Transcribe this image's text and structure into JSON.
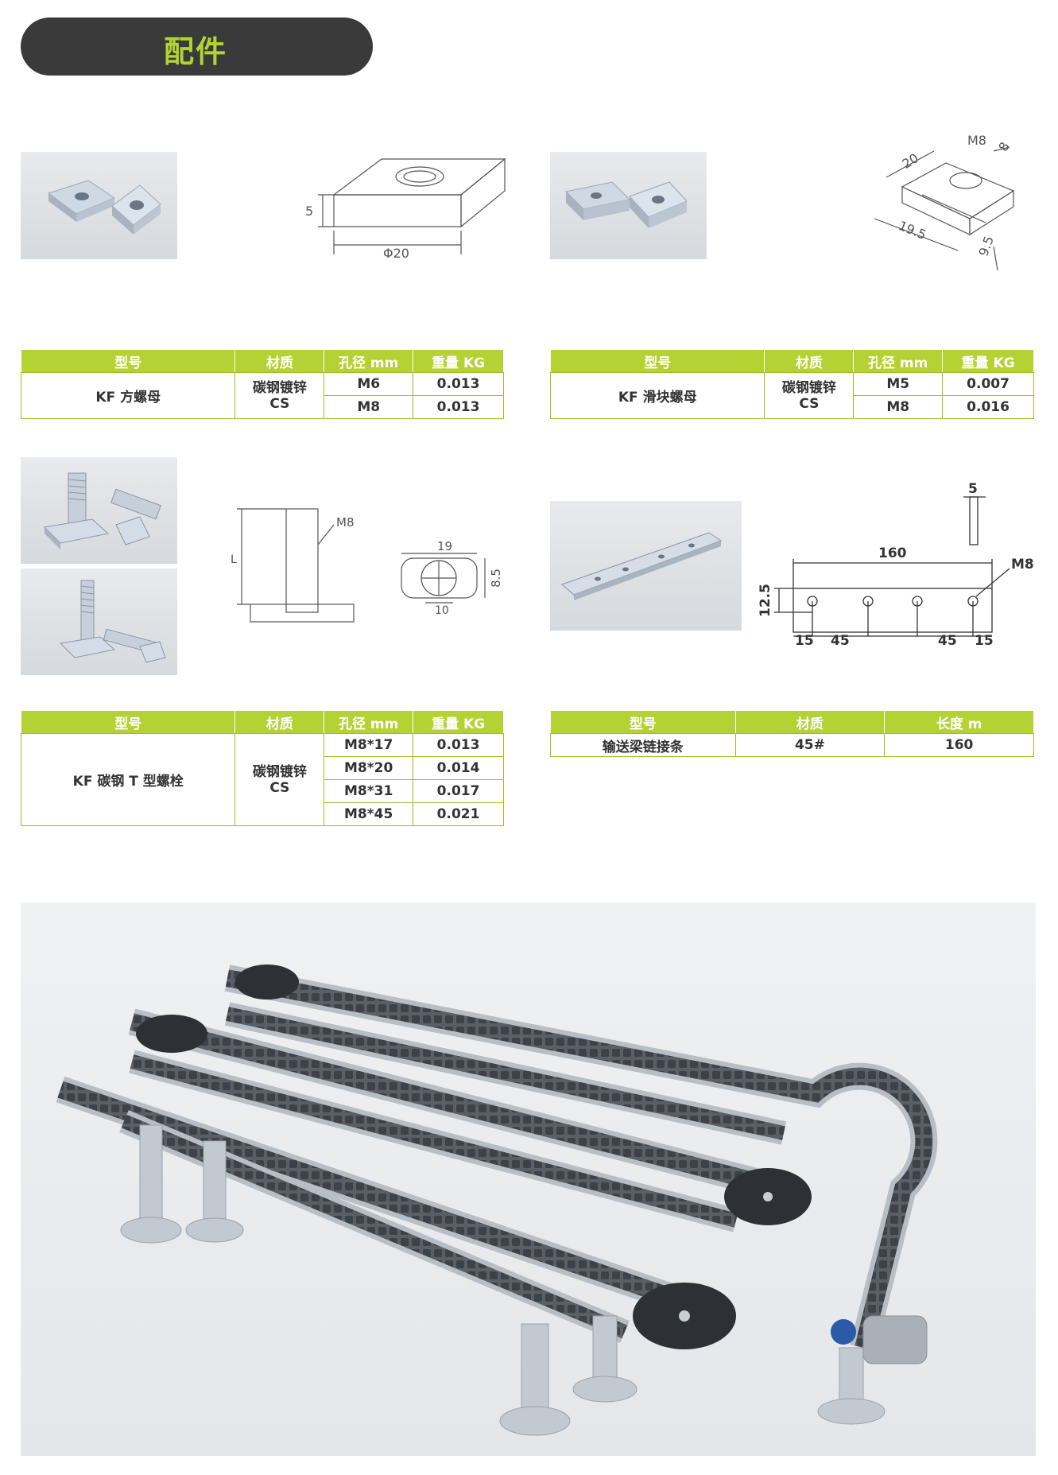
{
  "header": {
    "title": "配件"
  },
  "square_nut": {
    "drawing": {
      "height_label": "5",
      "diameter_label": "Φ20"
    },
    "table": {
      "headers": [
        "型号",
        "材质",
        "孔径 mm",
        "重量 KG"
      ],
      "model": "KF 方螺母",
      "material": "碳钢镀锌\nCS",
      "rows": [
        {
          "hole": "M6",
          "weight": "0.013"
        },
        {
          "hole": "M8",
          "weight": "0.013"
        }
      ]
    }
  },
  "slide_nut": {
    "drawing": {
      "thread": "M8",
      "width": "8",
      "length_top": "20",
      "length_bottom": "19.5",
      "height": "9.5"
    },
    "table": {
      "headers": [
        "型号",
        "材质",
        "孔径 mm",
        "重量 KG"
      ],
      "model": "KF 滑块螺母",
      "material": "碳钢镀锌\nCS",
      "rows": [
        {
          "hole": "M5",
          "weight": "0.007"
        },
        {
          "hole": "M8",
          "weight": "0.016"
        }
      ]
    }
  },
  "t_bolt": {
    "drawing": {
      "thread": "M8",
      "length": "L",
      "width": "19",
      "height": "8.5",
      "base": "10"
    },
    "table": {
      "headers": [
        "型号",
        "材质",
        "孔径 mm",
        "重量 KG"
      ],
      "model": "KF 碳钢 T 型螺栓",
      "material": "碳钢镀锌\nCS",
      "rows": [
        {
          "hole": "M8*17",
          "weight": "0.013"
        },
        {
          "hole": "M8*20",
          "weight": "0.014"
        },
        {
          "hole": "M8*31",
          "weight": "0.017"
        },
        {
          "hole": "M8*45",
          "weight": "0.021"
        }
      ]
    }
  },
  "connector": {
    "drawing": {
      "thickness": "5",
      "length": "160",
      "thread": "M8",
      "height": "12.5",
      "d1": "15",
      "d2": "45",
      "d3": "45",
      "d4": "15"
    },
    "table": {
      "headers": [
        "型号",
        "材质",
        "长度 m"
      ],
      "rows": [
        {
          "model": "输送梁链接条",
          "material": "45#",
          "length": "160"
        }
      ]
    }
  }
}
